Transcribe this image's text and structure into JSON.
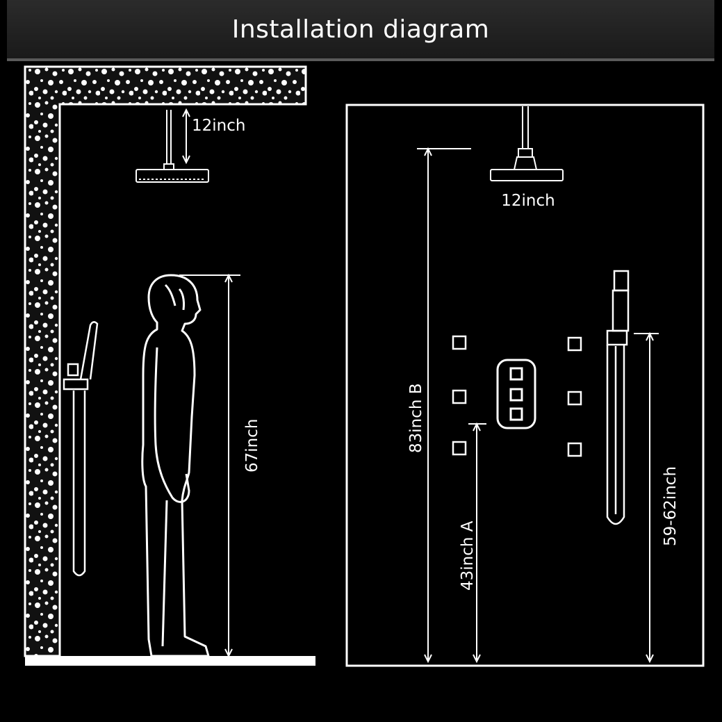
{
  "header": {
    "title": "Installation diagram"
  },
  "side_view": {
    "head_drop_label": "12inch",
    "person_height_label": "67inch"
  },
  "front_view": {
    "head_size_label": "12inch",
    "head_height_label": "83inch B",
    "valve_height_label": "43inch A",
    "handheld_height_label": "59-62inch"
  },
  "colors": {
    "background": "#000000",
    "line": "#ffffff",
    "title_bar": "#222222"
  }
}
